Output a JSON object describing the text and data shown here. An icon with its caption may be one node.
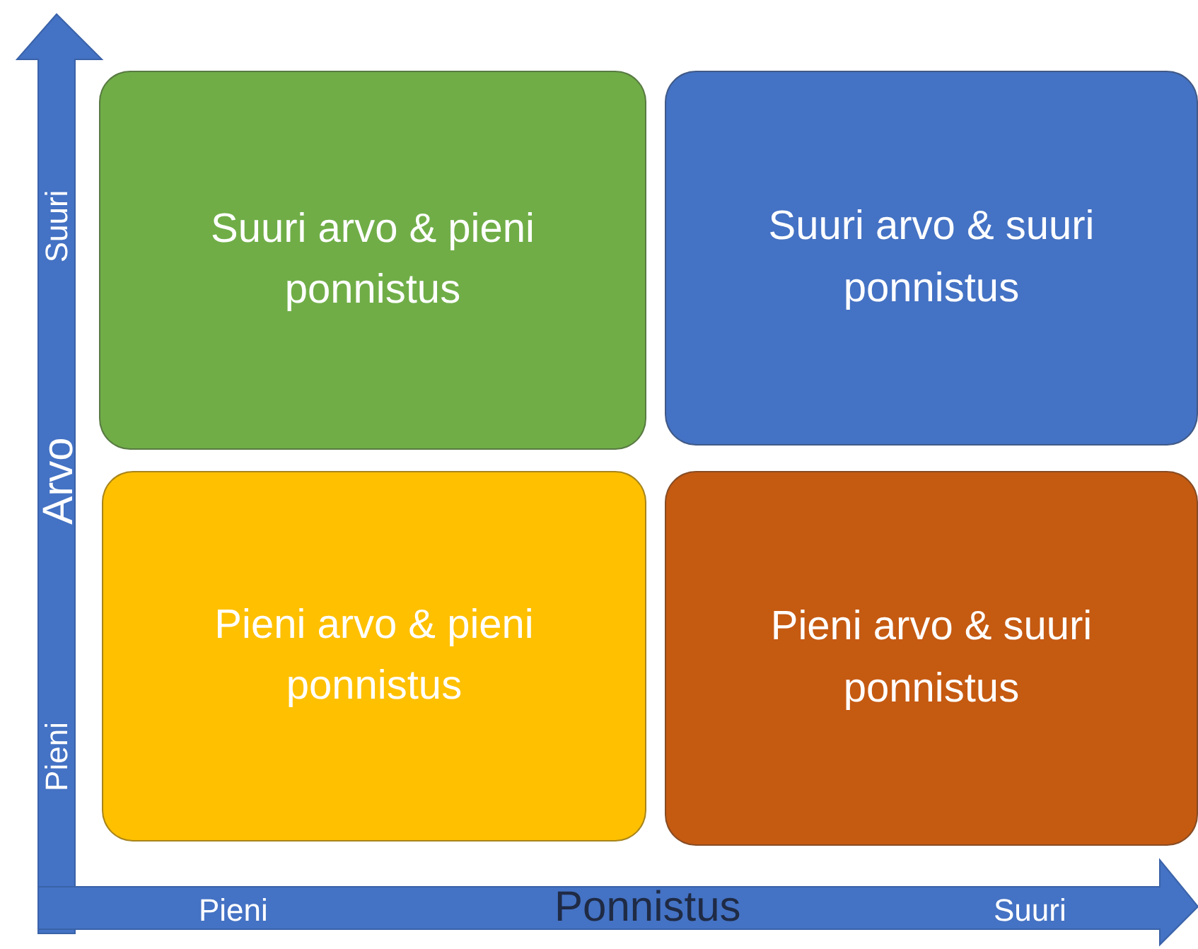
{
  "diagram": {
    "nodes": [
      {
        "text": [
          "Suuri arvo & pieni ponnistus"
        ]
      },
      {
        "text": [
          "Suuri arvo & suuri ponnistus"
        ]
      },
      {
        "text": [
          "Pieni arvo & pieni ponnistus"
        ]
      },
      {
        "text": [
          "Pieni arvo & suuri ponnistus"
        ]
      }
    ],
    "labels": [
      "Suuri",
      "Arvo",
      "Pieni",
      "Pieni",
      "Ponnistus",
      "Suuri"
    ]
  }
}
